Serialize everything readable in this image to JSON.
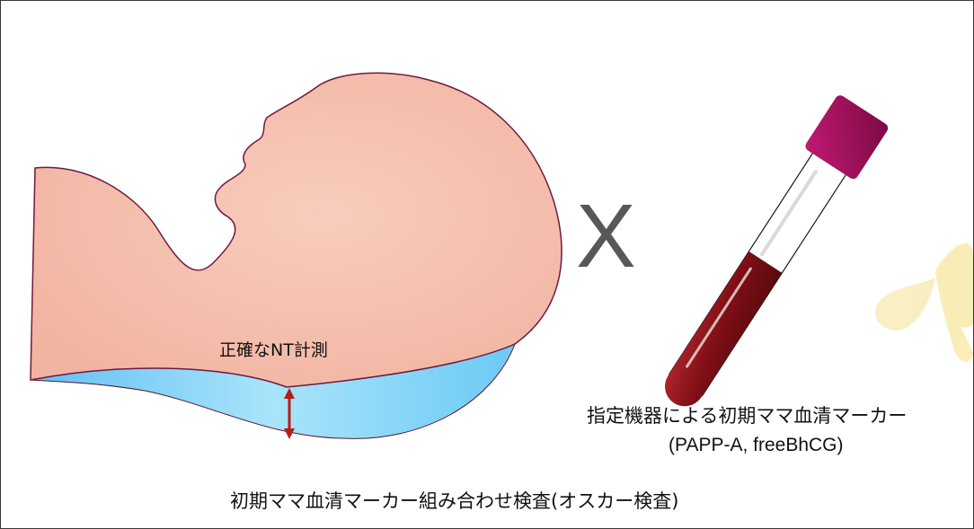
{
  "labels": {
    "nt_measure": "正確なNT計測",
    "times_sign": "X",
    "serum_marker_line1": "指定機器による初期ママ血清マーカー",
    "serum_marker_line2": "(PAPP-A, freeBhCG)",
    "combined_test": "初期ママ血清マーカー組み合わせ検査(オスカー検査)"
  },
  "colors": {
    "fetus_fill": "#f5c0ae",
    "fetus_outline": "#6e1a3e",
    "nuchal_fluid": "#8fd4f6",
    "arrow": "#b51f12",
    "cap": "#9a0f55",
    "blood": "#8a1218",
    "butterfly": "#f8e7a0"
  },
  "icons": [
    "fetus-profile-illustration",
    "nuchal-translucency-arrow-icon",
    "blood-tube-icon",
    "butterfly-icon"
  ]
}
